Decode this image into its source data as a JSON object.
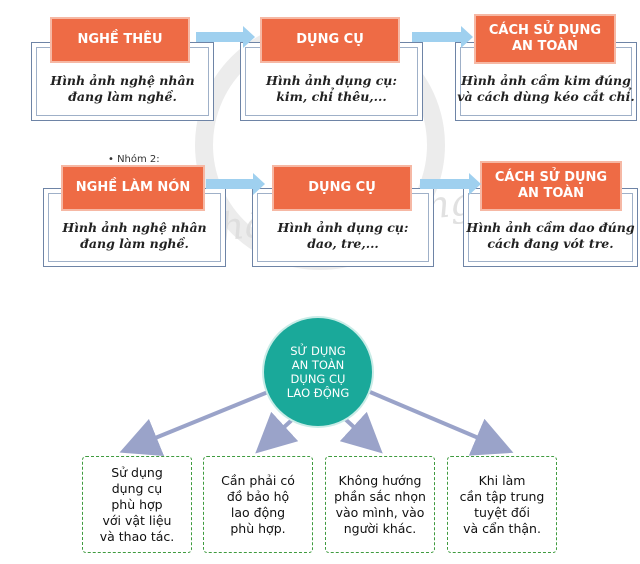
{
  "watermark": "Chân trời sáng tạo",
  "row1": {
    "nodes": [
      {
        "title": "NGHỀ THÊU",
        "text": [
          "Hình ảnh nghệ nhân",
          "đang làm nghề."
        ]
      },
      {
        "title": "DỤNG CỤ",
        "text": [
          "Hình ảnh dụng cụ:",
          "kim, chỉ thêu,..."
        ]
      },
      {
        "title": [
          "CÁCH SỬ DỤNG",
          "AN TOÀN"
        ],
        "text": [
          "Hình ảnh cầm kim đúng",
          "và cách dùng kéo cắt chỉ."
        ]
      }
    ]
  },
  "stray_text": "• Nhóm 2:",
  "row2": {
    "nodes": [
      {
        "title": "NGHỀ LÀM NÓN",
        "text": [
          "Hình ảnh nghệ nhân",
          "đang làm nghề."
        ]
      },
      {
        "title": "DỤNG CỤ",
        "text": [
          "Hình ảnh dụng cụ:",
          "dao, tre,..."
        ]
      },
      {
        "title": [
          "CÁCH SỬ DỤNG",
          "AN TOÀN"
        ],
        "text": [
          "Hình ảnh cầm dao đúng",
          "cách đang vót tre."
        ]
      }
    ]
  },
  "center": [
    "SỬ DỤNG",
    "AN TOÀN",
    "DỤNG CỤ",
    "LAO ĐỘNG"
  ],
  "branches": [
    [
      "Sử dụng",
      "dụng cụ",
      "phù hợp",
      "với vật liệu",
      "và thao tác."
    ],
    [
      "Cần phải có",
      "đồ bảo hộ",
      "lao động",
      "phù hợp."
    ],
    [
      "Không hướng",
      "phần sắc nhọn",
      "vào mình, vào",
      "người khác."
    ],
    [
      "Khi làm",
      "cần tập trung",
      "tuyệt đối",
      "và cẩn thận."
    ]
  ],
  "colors": {
    "ribbon": "#ee6b45",
    "arrow": "#9fd0ef",
    "circle": "#1aa99a",
    "dashed": "#3f9b3f",
    "branch_arrow": "#9aa3c9"
  }
}
